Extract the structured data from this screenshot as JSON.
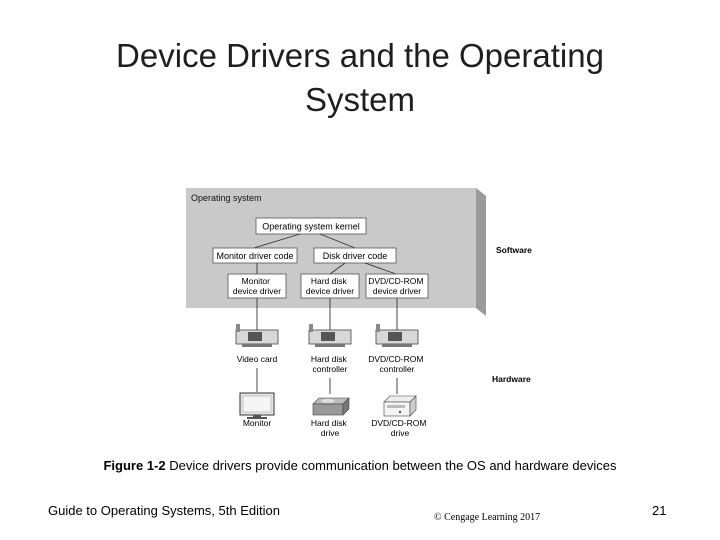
{
  "slide": {
    "title": "Device Drivers and the Operating System",
    "caption_label": "Figure 1-2",
    "caption_text": " Device drivers provide communication between the OS and hardware devices",
    "footer_left": "Guide to Operating Systems, 5th Edition",
    "footer_mid": "© Cengage Learning 2017",
    "page_number": "21"
  },
  "diagram": {
    "os_label": "Operating system",
    "kernel": "Operating system kernel",
    "monitor_code": "Monitor driver code",
    "disk_code": "Disk driver code",
    "driver1": [
      "Monitor",
      "device driver"
    ],
    "driver2": [
      "Hard disk",
      "device driver"
    ],
    "driver3": [
      "DVD/CD-ROM",
      "device driver"
    ],
    "software_label": "Software",
    "hardware_label": "Hardware",
    "card1": [
      "Video card"
    ],
    "card2": [
      "Hard disk",
      "controller"
    ],
    "card3": [
      "DVD/CD-ROM",
      "controller"
    ],
    "device1": [
      "Monitor"
    ],
    "device2": [
      "Hard disk",
      "drive"
    ],
    "device3": [
      "DVD/CD-ROM",
      "drive"
    ]
  }
}
